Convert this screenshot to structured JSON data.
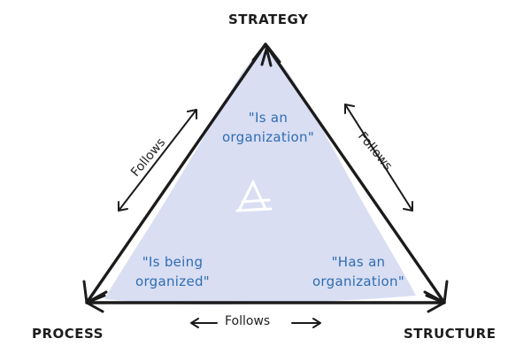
{
  "vertices": {
    "top": "STRATEGY",
    "left": "PROCESS",
    "right": "STRUCTURE"
  },
  "quotes": {
    "top_line1": "\"Is an",
    "top_line2": "organization\"",
    "left_line1": "\"Is being",
    "left_line2": "organized\"",
    "right_line1": "\"Has an",
    "right_line2": "organization\""
  },
  "edges": {
    "left": "Follows",
    "right": "Follows",
    "bottom": "Follows"
  },
  "colors": {
    "fill": "#d7dcf2",
    "quote_text": "#2f6db3",
    "ink": "#1d1d1d"
  }
}
